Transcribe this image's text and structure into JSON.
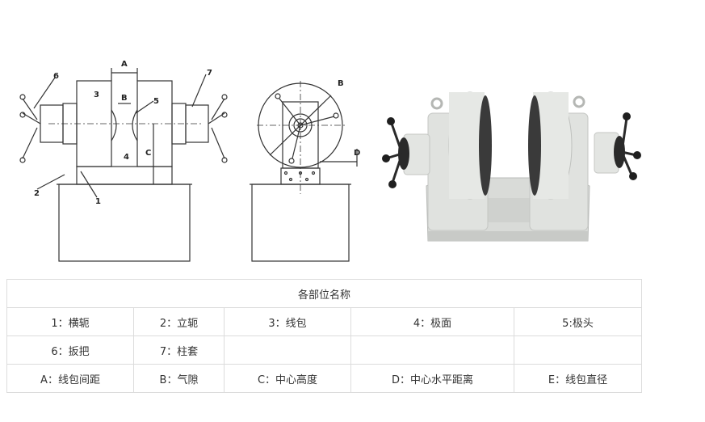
{
  "drawing_front": {
    "callouts": [
      "6",
      "A",
      "7",
      "3",
      "B",
      "5",
      "4",
      "C",
      "2",
      "1"
    ]
  },
  "drawing_side": {
    "callouts": [
      "B",
      "D"
    ]
  },
  "table": {
    "title": "各部位名称",
    "rows": [
      [
        "1：横轭",
        "2：立轭",
        "3：线包",
        "4：极面",
        "5:极头"
      ],
      [
        "6：扳把",
        "7：柱套",
        "",
        "",
        ""
      ],
      [
        "A：线包间距",
        "B：气隙",
        "C：中心高度",
        "D：中心水平距离",
        "E：线包直径"
      ]
    ]
  },
  "colors": {
    "photo_body": "#dcdedb",
    "photo_dark": "#2a2a2a",
    "line": "#333333",
    "grid_border": "#dcdcdc"
  }
}
